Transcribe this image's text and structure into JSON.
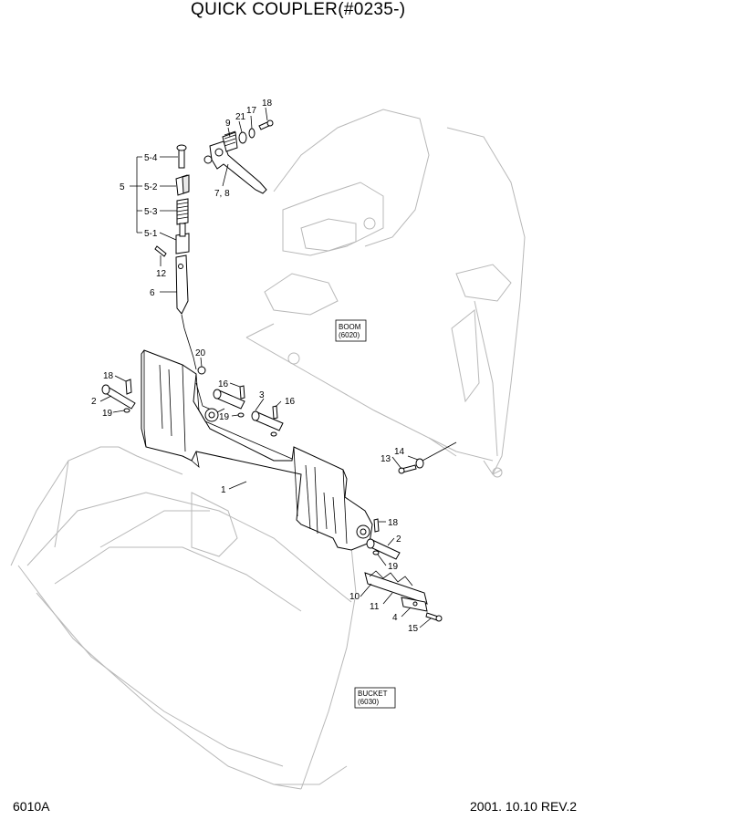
{
  "title": "QUICK COUPLER(#0235-)",
  "footer": {
    "page_code": "6010A",
    "revision": "2001. 10.10  REV.2"
  },
  "refs": {
    "boom": {
      "name": "BOOM",
      "code": "(6020)"
    },
    "bucket": {
      "name": "BUCKET",
      "code": "(6030)"
    }
  },
  "callouts": {
    "c18a": "18",
    "c9": "9",
    "c21": "21",
    "c17": "17",
    "c78": "7, 8",
    "c5": "5",
    "c54": "5-4",
    "c52": "5-2",
    "c53": "5-3",
    "c51": "5-1",
    "c12": "12",
    "c6": "6",
    "c20": "20",
    "c18b": "18",
    "c2a": "2",
    "c19a": "19",
    "c16a": "16",
    "c3": "3",
    "c16b": "16",
    "c19b": "19",
    "c14": "14",
    "c13": "13",
    "c1": "1",
    "c18c": "18",
    "c2b": "2",
    "c19c": "19",
    "c10": "10",
    "c11": "11",
    "c4": "4",
    "c15": "15"
  }
}
